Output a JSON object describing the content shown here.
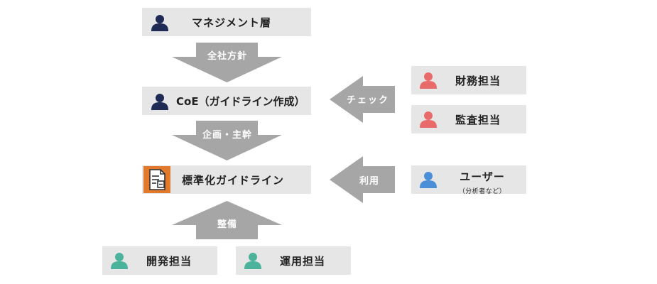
{
  "colors": {
    "box_bg": "#e6e6e6",
    "arrow": "#a6a6a6",
    "person_navy": "#1f2a55",
    "person_red": "#e96a6a",
    "person_blue": "#4a8fd8",
    "person_teal": "#4bb39b",
    "doc_orange": "#e27a2e"
  },
  "boxes": {
    "management": {
      "label": "マネジメント層",
      "icon": "person-icon"
    },
    "coe": {
      "label": "CoE（ガイドライン作成）",
      "icon": "person-icon"
    },
    "guideline": {
      "label": "標準化ガイドライン",
      "icon": "document-icon"
    },
    "finance": {
      "label": "財務担当",
      "icon": "person-icon"
    },
    "audit": {
      "label": "監査担当",
      "icon": "person-icon"
    },
    "user": {
      "label": "ユーザー",
      "sublabel": "（分析者など）",
      "icon": "person-icon"
    },
    "dev": {
      "label": "開発担当",
      "icon": "person-icon"
    },
    "ops": {
      "label": "運用担当",
      "icon": "person-icon"
    }
  },
  "arrows": {
    "policy": "全社方針",
    "planning": "企画・主幹",
    "check": "チェック",
    "use": "利用",
    "maintain": "整備"
  }
}
